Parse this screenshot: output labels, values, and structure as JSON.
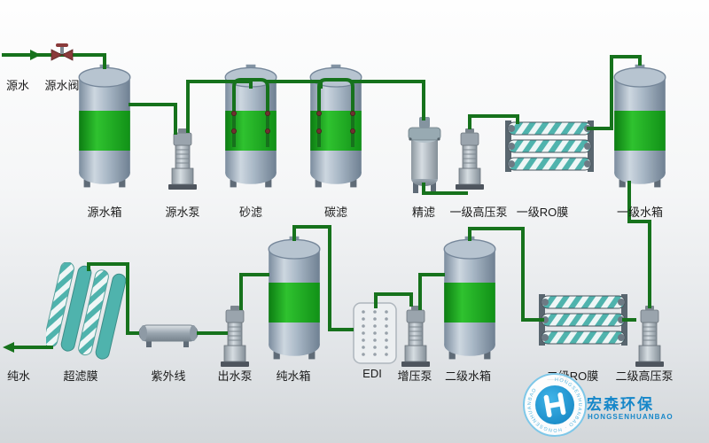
{
  "labels": {
    "source_water": "源水",
    "source_valve": "源水阀",
    "source_tank": "源水箱",
    "source_pump": "源水泵",
    "sand_filter": "砂滤",
    "carbon_filter": "碳滤",
    "fine_filter": "精滤",
    "hp_pump_1": "一级高压泵",
    "ro_membrane_1": "一级RO膜",
    "water_tank_1": "一级水箱",
    "pure_water": "纯水",
    "uf_membrane": "超滤膜",
    "uv_sterilizer": "紫外线",
    "outlet_pump": "出水泵",
    "pure_water_tank": "纯水箱",
    "edi": "EDI",
    "booster_pump": "增压泵",
    "water_tank_2": "二级水箱",
    "ro_membrane_2": "二级RO膜",
    "hp_pump_2": "二级高压泵"
  },
  "logo": {
    "name_cn": "宏森环保",
    "name_en": "HONGSENHUANBAO",
    "ring_text": "HONGSENHUANBAO · HONGSENHUANBAO",
    "color": "#1a98d5"
  },
  "colors": {
    "pipe_green": "#16721c",
    "tank_band_green": "#2fc22f",
    "membrane_teal": "#4fb3ad",
    "steel_gray": "#aab9c7"
  }
}
